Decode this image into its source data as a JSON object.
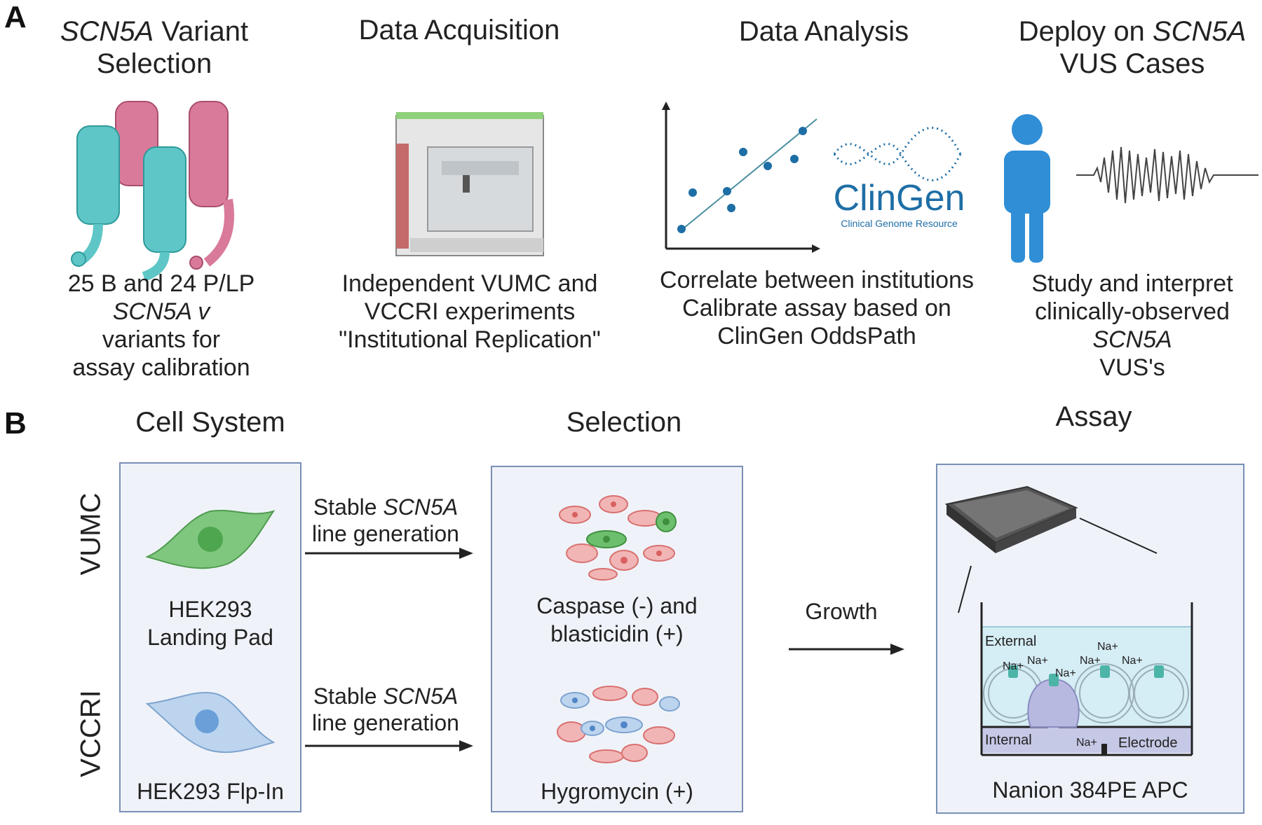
{
  "panel_a": {
    "letter": "A",
    "columns": [
      {
        "title_italic": "SCN5A",
        "title_rest": " Variant",
        "title_line2": "Selection",
        "caption": [
          "25 B and 24 P/LP",
          "variants for",
          "assay calibration"
        ],
        "caption_italic": "SCN5A v"
      },
      {
        "title": "Data Acquisition",
        "caption": [
          "Independent VUMC and",
          "VCCRI experiments",
          "\"Institutional Replication\""
        ]
      },
      {
        "title": "Data Analysis",
        "caption": [
          "Correlate between institutions",
          "Calibrate assay based on",
          "ClinGen OddsPath"
        ]
      },
      {
        "title_line1": "Deploy on ",
        "title_italic": "SCN5A",
        "title_line2": "VUS Cases",
        "caption": [
          "Study and interpret",
          "clinically-observed",
          " VUS's"
        ],
        "caption_italic": "SCN5A"
      }
    ],
    "clingen": {
      "name": "ClinGen",
      "subtitle": "Clinical Genome Resource"
    }
  },
  "panel_b": {
    "letter": "B",
    "headers": {
      "cell_system": "Cell System",
      "selection": "Selection",
      "assay": "Assay"
    },
    "rows": {
      "vumc": "VUMC",
      "vccri": "VCCRI"
    },
    "cells": {
      "vumc": [
        "HEK293",
        "Landing Pad"
      ],
      "vccri": "HEK293 Flp-In"
    },
    "arrow_label": {
      "pre": "Stable ",
      "italic": "SCN5A",
      "line2": "line generation"
    },
    "selection_labels": {
      "vumc": [
        "Caspase (-) and",
        "blasticidin (+)"
      ],
      "vccri": "Hygromycin (+)"
    },
    "growth": "Growth",
    "assay": {
      "external": "External",
      "internal": "Internal",
      "electrode": "Electrode",
      "ion": "Na+",
      "device": "Nanion 384PE APC"
    }
  },
  "colors": {
    "teal": "#5ec6c6",
    "pink": "#d97a9a",
    "blue": "#2f8ed6",
    "green": "#6cbf6c",
    "box_border": "#7a8fb5"
  }
}
